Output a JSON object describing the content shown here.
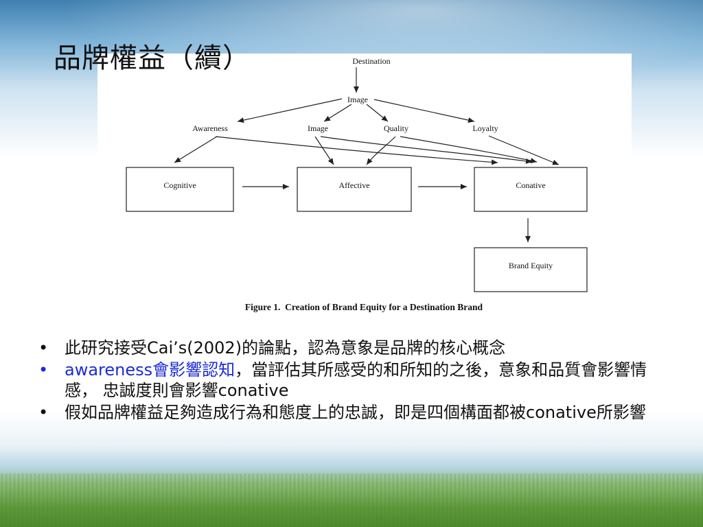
{
  "slide": {
    "title": "品牌權益（續）"
  },
  "diagram": {
    "nodes": {
      "destination": "Destination",
      "image_top": "Image",
      "awareness": "Awareness",
      "image": "Image",
      "quality": "Quality",
      "loyalty": "Loyalty",
      "cognitive": "Cognitive",
      "affective": "Affective",
      "conative": "Conative",
      "brand_equity": "Brand Equity"
    },
    "caption": "Figure 1.  Creation of Brand Equity for a Destination Brand"
  },
  "bullets": [
    {
      "dot": "•",
      "parts": [
        "此研究接受Cai’s(2002)的論點，認為意象是品牌的核心概念"
      ]
    },
    {
      "dot": "•",
      "parts": [
        "awareness會影響認知",
        "，當評估其所感受的和所知的之後，意象和品質會影響情感， 忠誠度則會影響conative"
      ]
    },
    {
      "dot": "•",
      "parts": [
        "假如品牌權益足夠造成行為和態度上的忠誠，即是四個構面都被conative所影響"
      ]
    }
  ],
  "colors": {
    "bullet_highlight": "#1a2bd6",
    "text": "#111111"
  }
}
